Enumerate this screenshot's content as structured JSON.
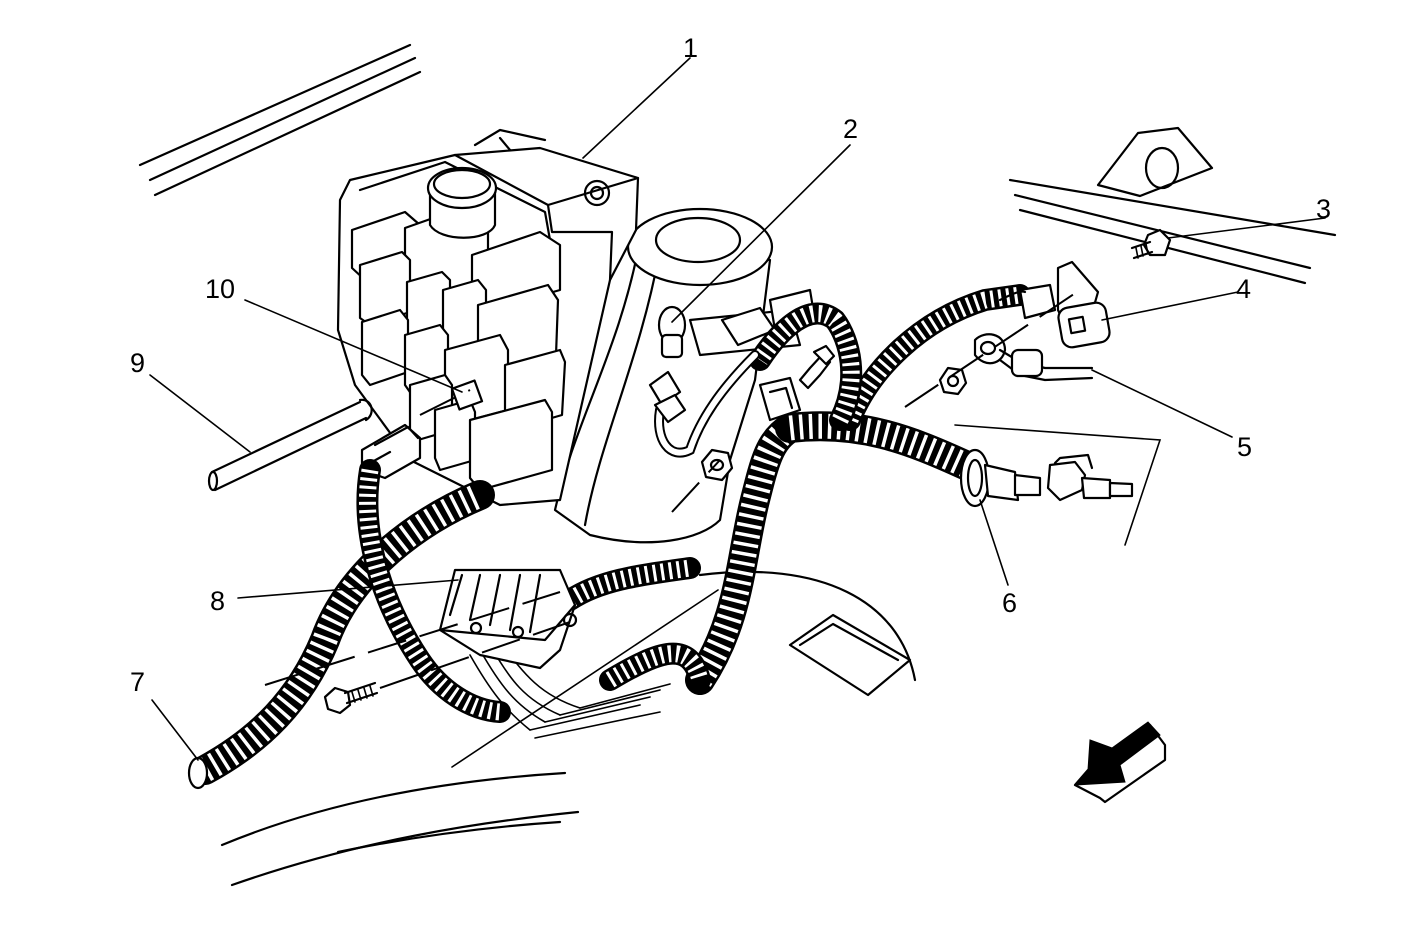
{
  "callouts": [
    {
      "id": "1",
      "label": "1"
    },
    {
      "id": "2",
      "label": "2"
    },
    {
      "id": "3",
      "label": "3"
    },
    {
      "id": "4",
      "label": "4"
    },
    {
      "id": "5",
      "label": "5"
    },
    {
      "id": "6",
      "label": "6"
    },
    {
      "id": "7",
      "label": "7"
    },
    {
      "id": "8",
      "label": "8"
    },
    {
      "id": "9",
      "label": "9"
    },
    {
      "id": "10",
      "label": "10"
    }
  ],
  "icons": {
    "front_arrow": "direction-arrow-icon",
    "bolt": "bolt-icon",
    "nut": "nut-icon"
  },
  "colors": {
    "line": "#000000",
    "background": "#ffffff"
  }
}
